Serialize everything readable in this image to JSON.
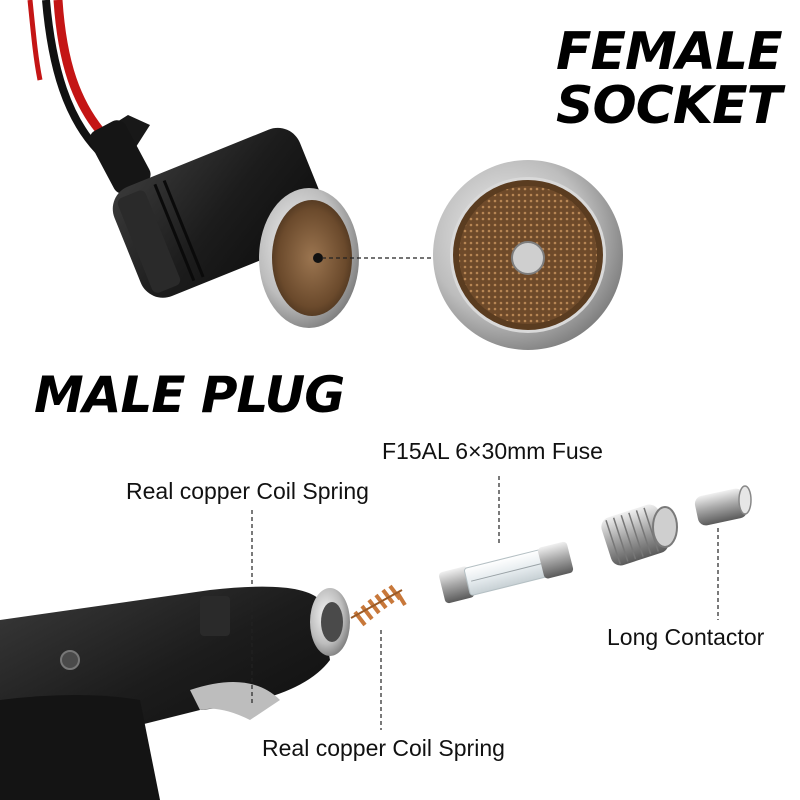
{
  "headings": {
    "female_line1": "FEMALE",
    "female_line2": "SOCKET",
    "male": "MALE PLUG"
  },
  "callouts": {
    "fuse": "F15AL 6×30mm Fuse",
    "spring_top": "Real copper Coil Spring",
    "long_contactor": "Long Contactor",
    "spring_bottom": "Real copper Coil Spring"
  },
  "colors": {
    "background": "#ffffff",
    "cable_red": "#d21a1a",
    "cable_black": "#151515",
    "plastic_black": "#1e1e1e",
    "chrome": "#c9c9c9",
    "copper": "#c8783a",
    "socket_inner": "#7a5a3a"
  }
}
